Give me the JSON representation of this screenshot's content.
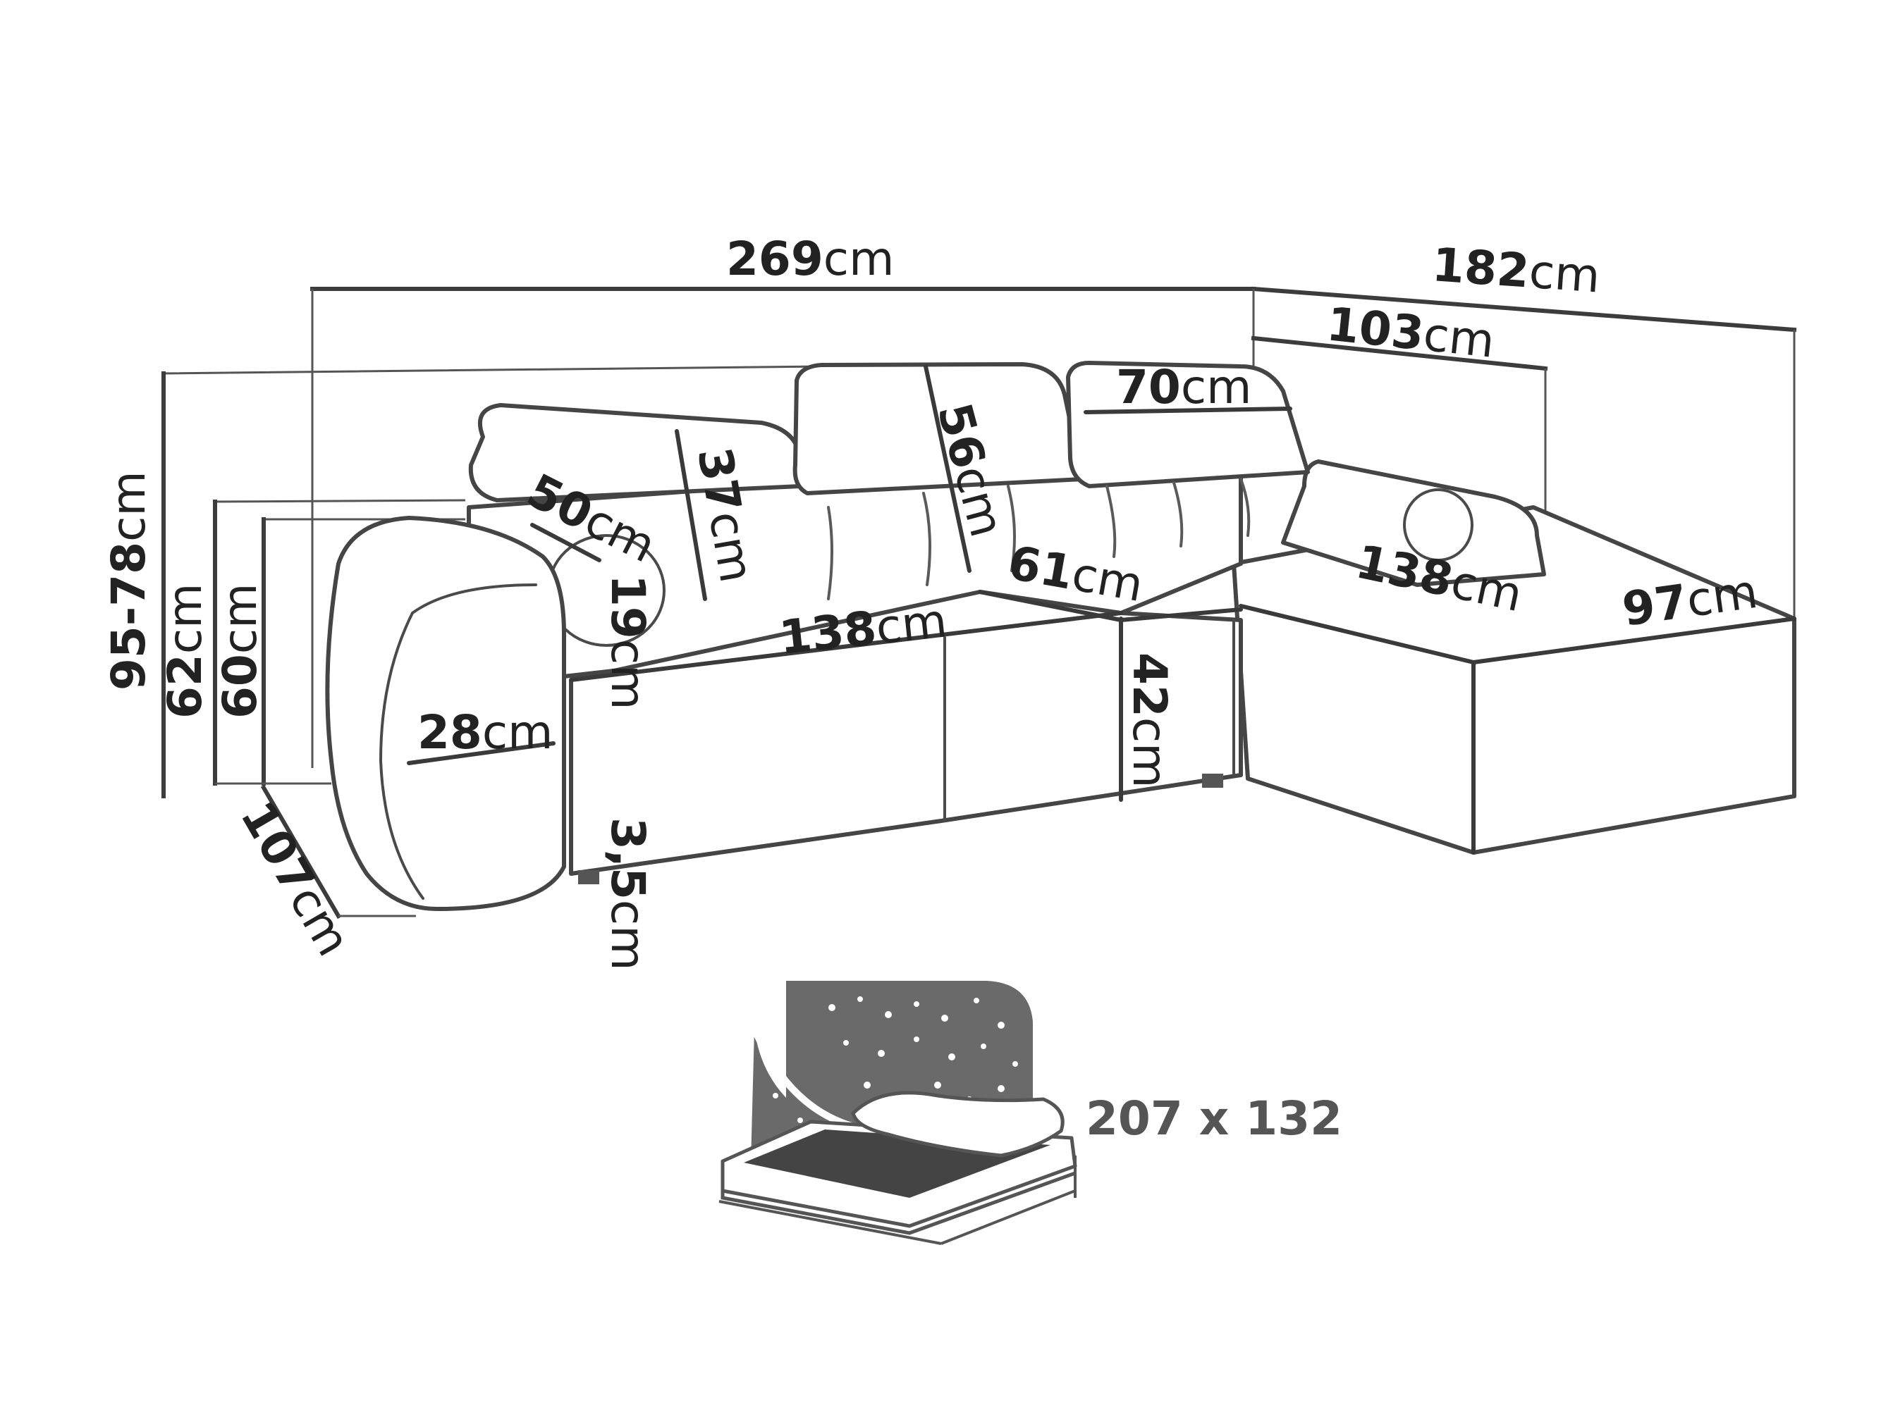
{
  "unit": "cm",
  "dimensions": {
    "total_width": "269",
    "chaise_depth_total": "182",
    "chaise_inner": "103",
    "headrest_width": "70",
    "headrest_height": "56",
    "armrest_height_variable": "95-78",
    "armrest_height": "62",
    "seat_back_height": "60",
    "side_depth": "107",
    "backrest_depth": "50",
    "backrest_height": "37",
    "arm_cushion": "19",
    "arm_width": "28",
    "seat_width": "138",
    "seat_depth": "61",
    "seat_height": "42",
    "leg_height": "3,5",
    "chaise_length": "138",
    "chaise_width": "97"
  },
  "bed_size": "207 x 132",
  "colors": {
    "outline": "#454545",
    "dimension_line": "#3c3c3c",
    "bed_sky": "#6a6a6a",
    "mattress": "#444444",
    "bed_label": "#555555"
  }
}
